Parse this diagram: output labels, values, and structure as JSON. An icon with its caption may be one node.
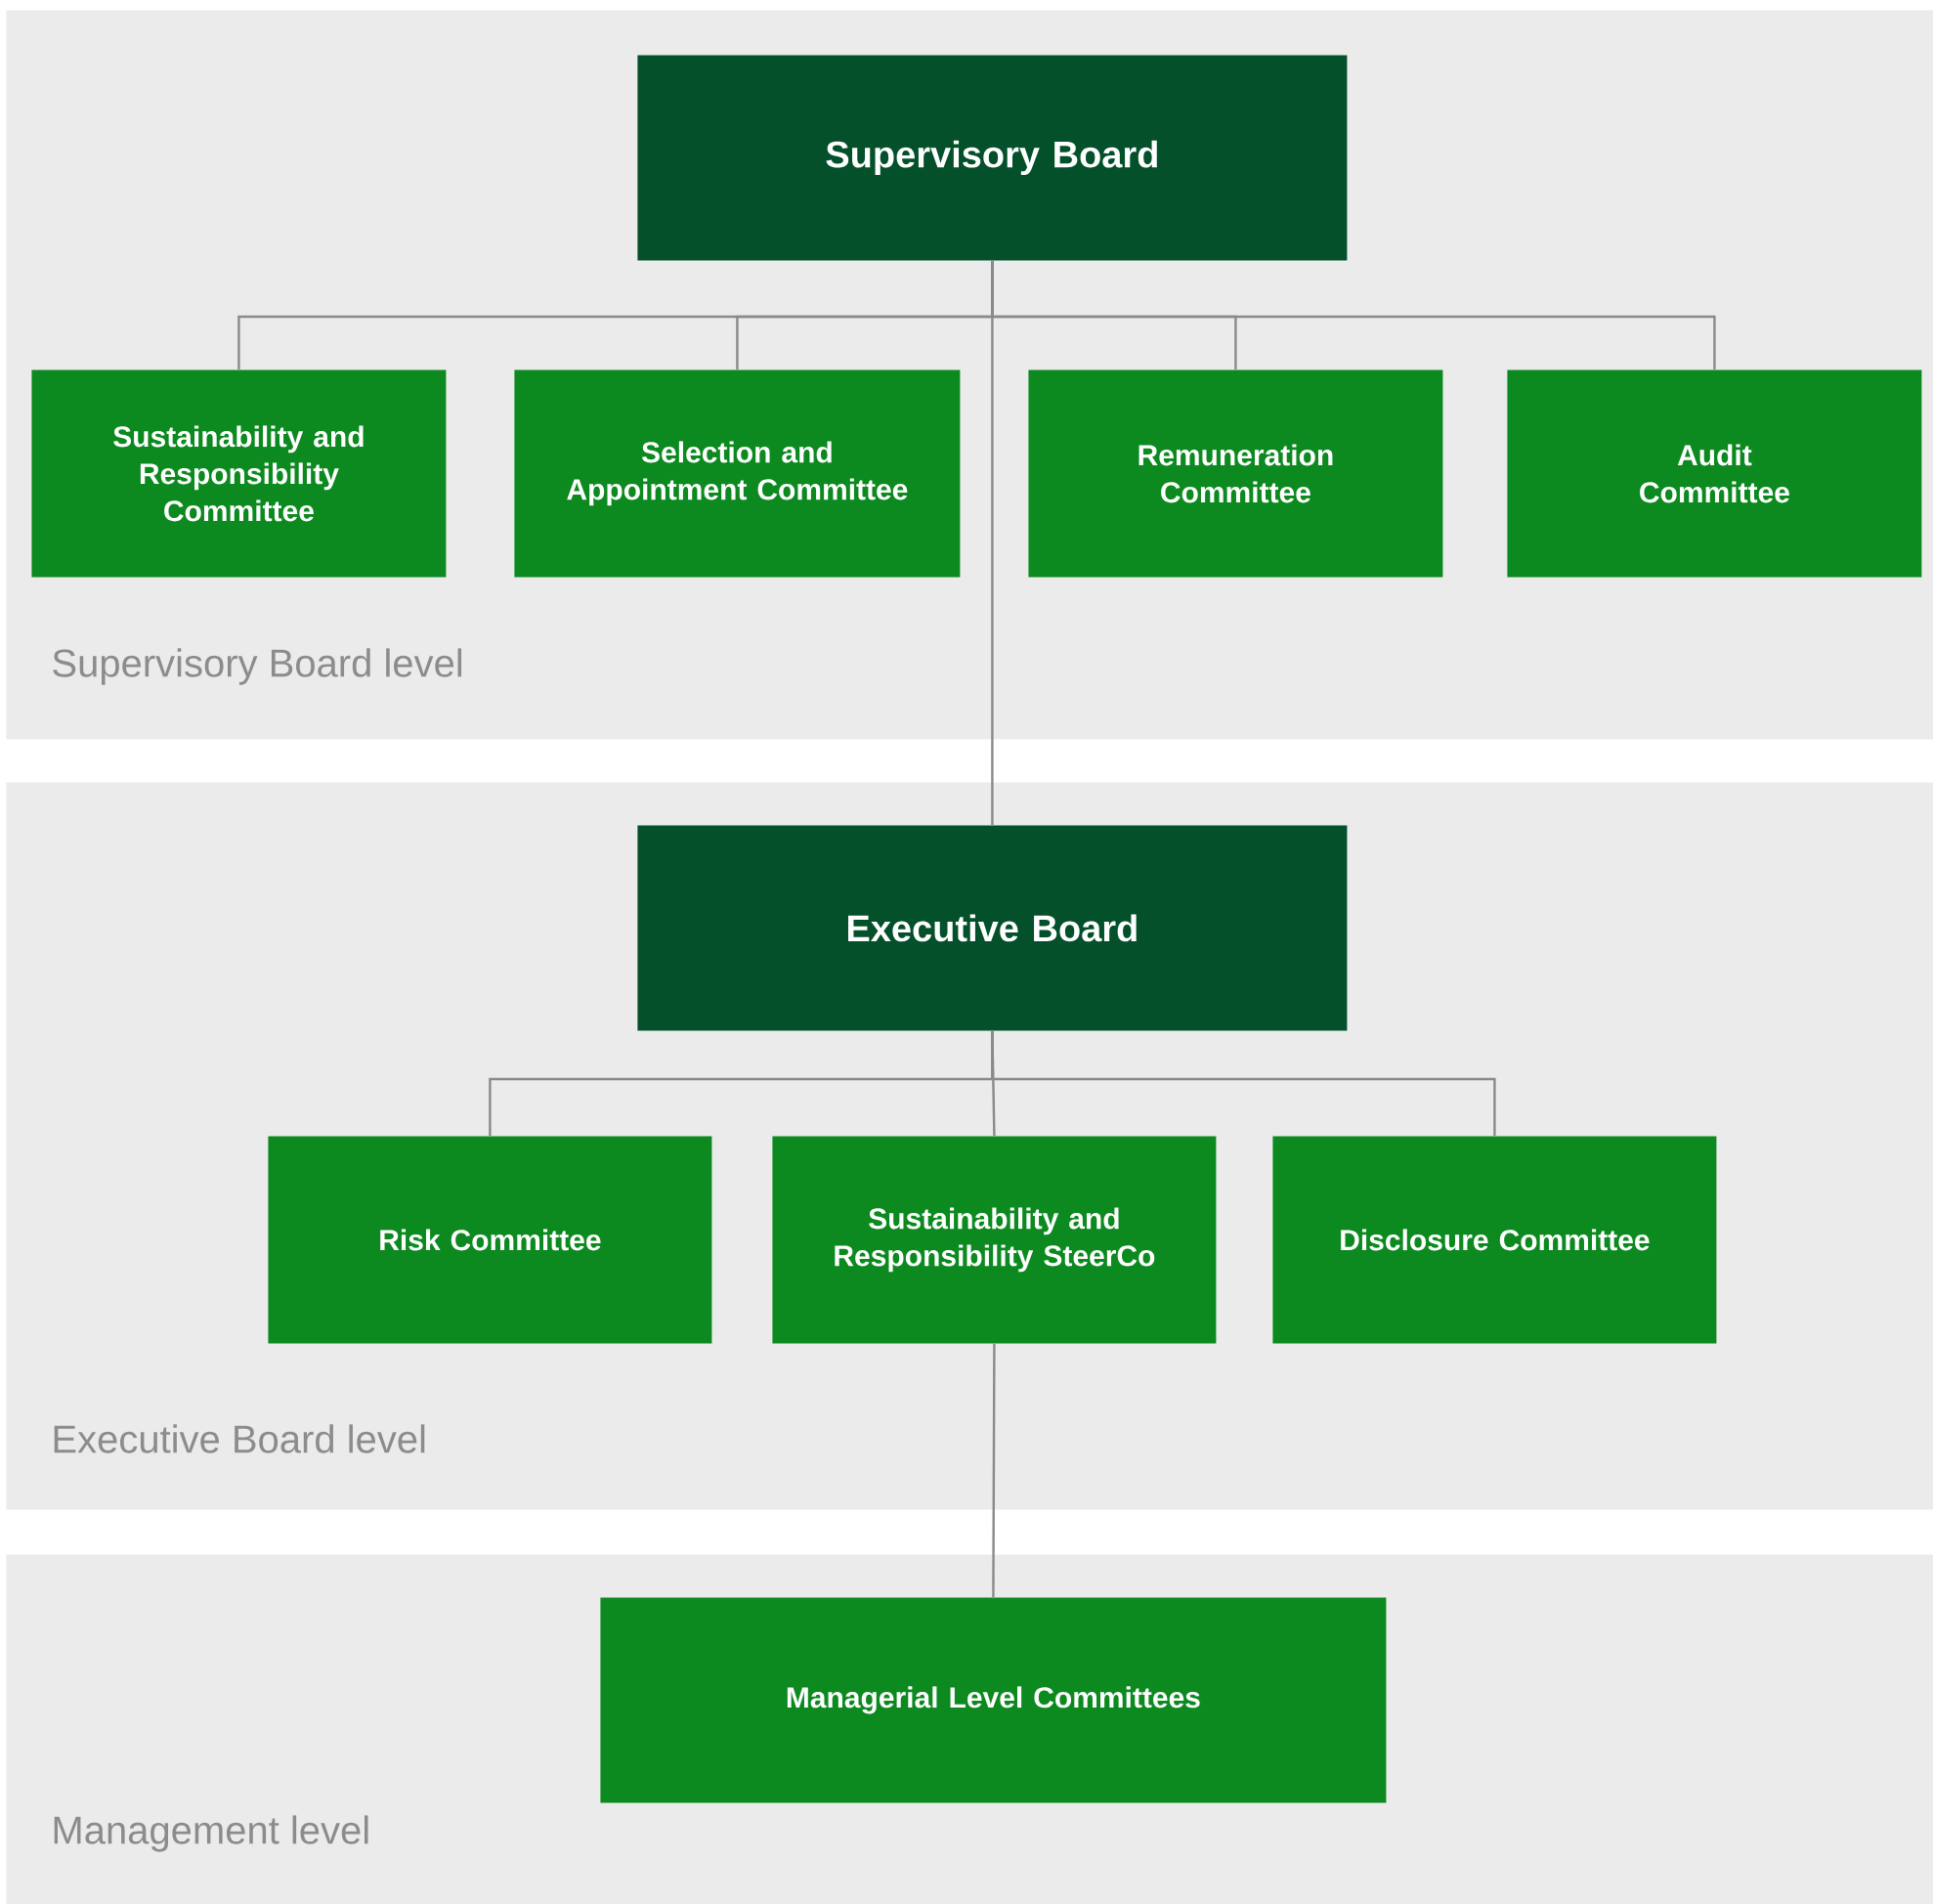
{
  "diagram": {
    "nodes": [
      {
        "text": [
          "Supervisory Board level"
        ]
      },
      {
        "text": [
          "Supervisory Board"
        ],
        "in": 0
      },
      {
        "text": [
          "Sustainability and Responsibility Committee"
        ],
        "in": 0
      },
      {
        "text": [
          "Selection and Appointment Committee"
        ],
        "in": 0
      },
      {
        "text": [
          "Remuneration Committee"
        ],
        "in": 0
      },
      {
        "text": [
          "Audit Committee"
        ],
        "in": 0
      },
      {
        "text": [
          "Executive Board level"
        ]
      },
      {
        "text": [
          "Executive Board"
        ],
        "in": 6
      },
      {
        "text": [
          "Risk Committee"
        ],
        "in": 6
      },
      {
        "text": [
          "Sustainability and Responsibility SteerCo"
        ],
        "in": 6
      },
      {
        "text": [
          "Disclosure Committee"
        ],
        "in": 6
      },
      {
        "text": [
          "Management level"
        ]
      },
      {
        "text": [
          "Managerial Level Committees"
        ],
        "in": 11
      }
    ],
    "edges": [
      {
        "from": 1,
        "to": 2,
        "arrow": "none"
      },
      {
        "from": 1,
        "to": 3,
        "arrow": "none"
      },
      {
        "from": 1,
        "to": 4,
        "arrow": "none"
      },
      {
        "from": 1,
        "to": 5,
        "arrow": "none"
      },
      {
        "from": 1,
        "to": 7,
        "arrow": "none"
      },
      {
        "from": 7,
        "to": 8,
        "arrow": "none"
      },
      {
        "from": 7,
        "to": 9,
        "arrow": "none"
      },
      {
        "from": 7,
        "to": 10,
        "arrow": "none"
      },
      {
        "from": 9,
        "to": 12,
        "arrow": "none"
      }
    ]
  }
}
